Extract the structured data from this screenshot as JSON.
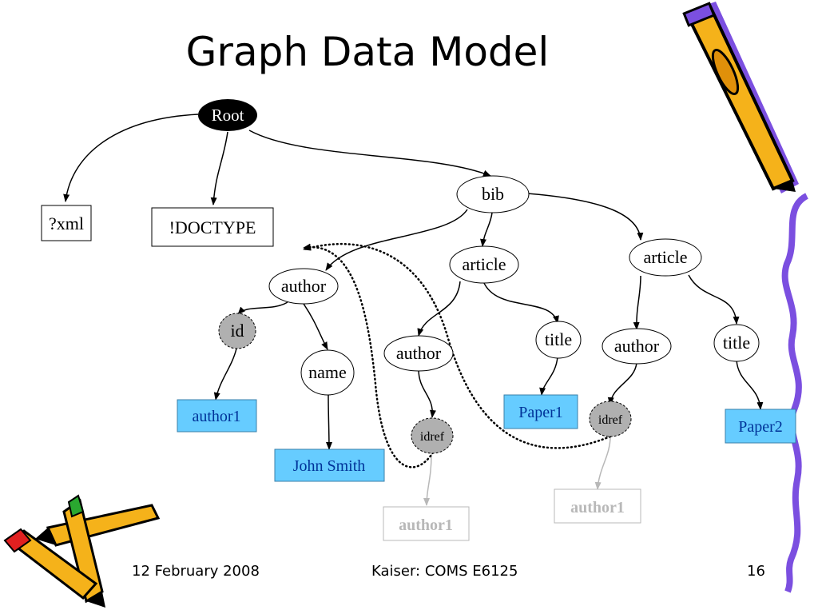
{
  "slide": {
    "title": "Graph Data Model",
    "footer": {
      "date": "12 February 2008",
      "center": "Kaiser: COMS E6125",
      "page": "16"
    }
  },
  "diagram": {
    "nodes": {
      "root": "Root",
      "xml": "?xml",
      "doctype": "!DOCTYPE",
      "bib": "bib",
      "author_top": "author",
      "article_mid": "article",
      "article_right": "article",
      "id": "id",
      "name": "name",
      "author_mid": "author",
      "title_mid": "title",
      "author_right": "author",
      "title_right": "title",
      "author1_val": "author1",
      "john_smith": "John Smith",
      "paper1": "Paper1",
      "paper2": "Paper2",
      "idref_mid": "idref",
      "idref_right": "idref",
      "author1_ref_mid": "author1",
      "author1_ref_right": "author1"
    }
  },
  "colors": {
    "value_fill": "#66ccff",
    "value_text": "#003399",
    "idref_fill": "#b0b0b0",
    "root_fill": "#000000",
    "faded": "#b8b8b8",
    "pencil_body": "#f5b21a",
    "pencil_shadow": "#7b4fe0"
  },
  "icons": [
    "pencil-icon",
    "crossed-pencils-icon",
    "wavy-line-decoration"
  ]
}
